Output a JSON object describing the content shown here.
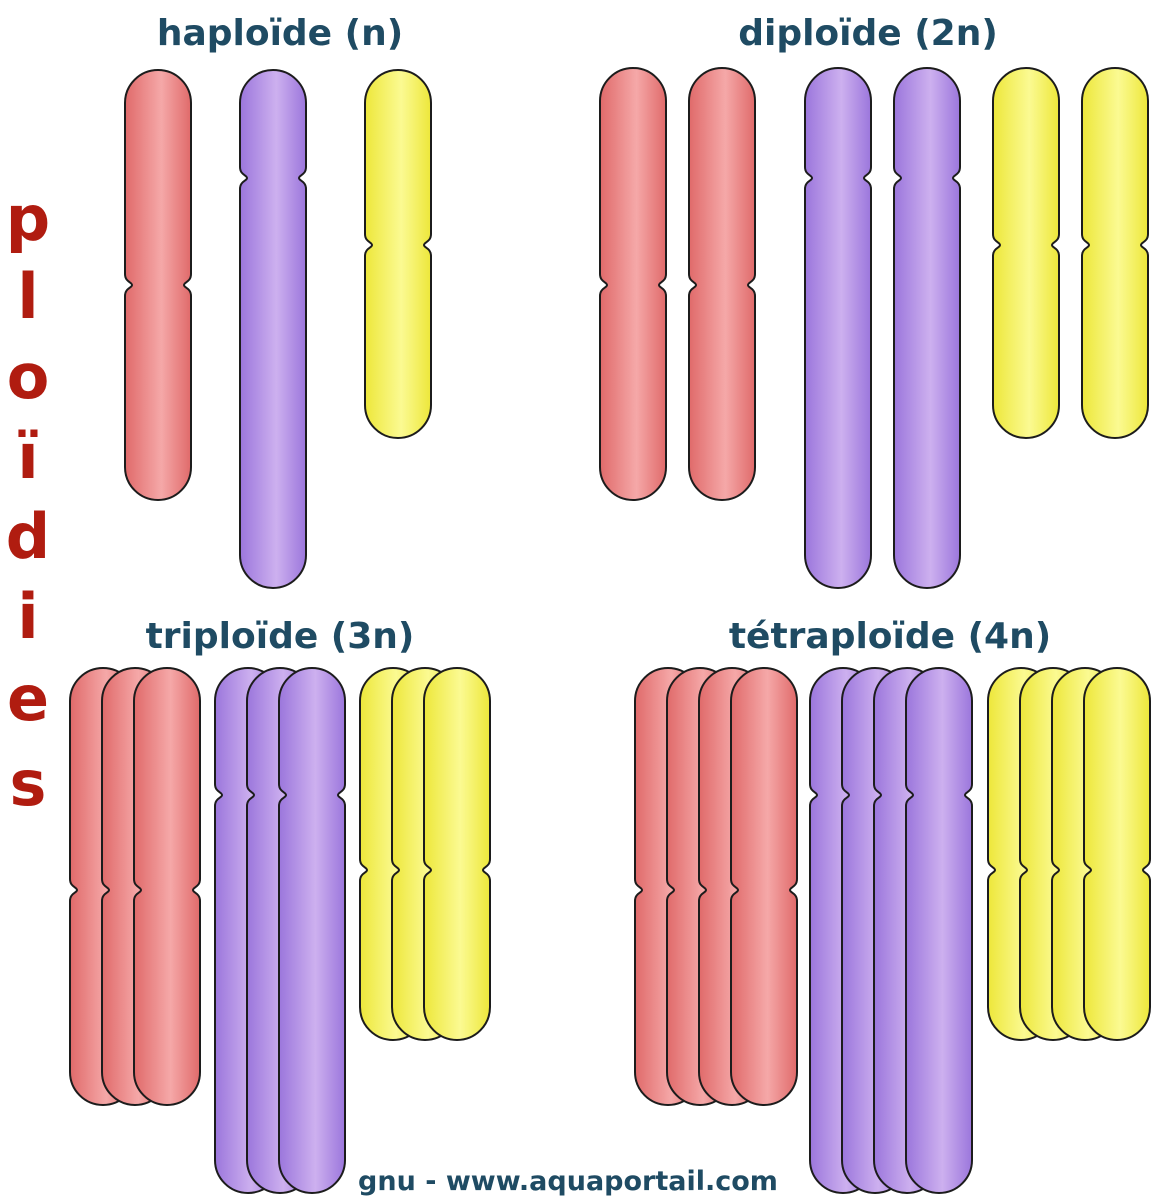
{
  "colors": {
    "red": {
      "light": "#f5a8a8",
      "dark": "#e06a6a"
    },
    "purple": {
      "light": "#cdb0ef",
      "dark": "#9b76dc"
    },
    "yellow": {
      "light": "#fbfa92",
      "dark": "#ede73a"
    },
    "title_text": "#1f4b63",
    "side_text": "#b01c10"
  },
  "side_label": [
    "p",
    "l",
    "o",
    "ï",
    "d",
    "i",
    "e",
    "s"
  ],
  "panels": [
    {
      "title": "haploïde (n)",
      "copies": 1,
      "chromosomes": [
        {
          "color": "red"
        },
        {
          "color": "purple"
        },
        {
          "color": "yellow"
        }
      ]
    },
    {
      "title": "diploïde (2n)",
      "copies": 2,
      "chromosomes": [
        {
          "color": "red"
        },
        {
          "color": "purple"
        },
        {
          "color": "yellow"
        }
      ]
    },
    {
      "title": "triploïde (3n)",
      "copies": 3,
      "chromosomes": [
        {
          "color": "red"
        },
        {
          "color": "purple"
        },
        {
          "color": "yellow"
        }
      ]
    },
    {
      "title": "tétraploïde (4n)",
      "copies": 4,
      "chromosomes": [
        {
          "color": "red"
        },
        {
          "color": "purple"
        },
        {
          "color": "yellow"
        }
      ]
    }
  ],
  "credit": "gnu - www.aquaportail.com"
}
